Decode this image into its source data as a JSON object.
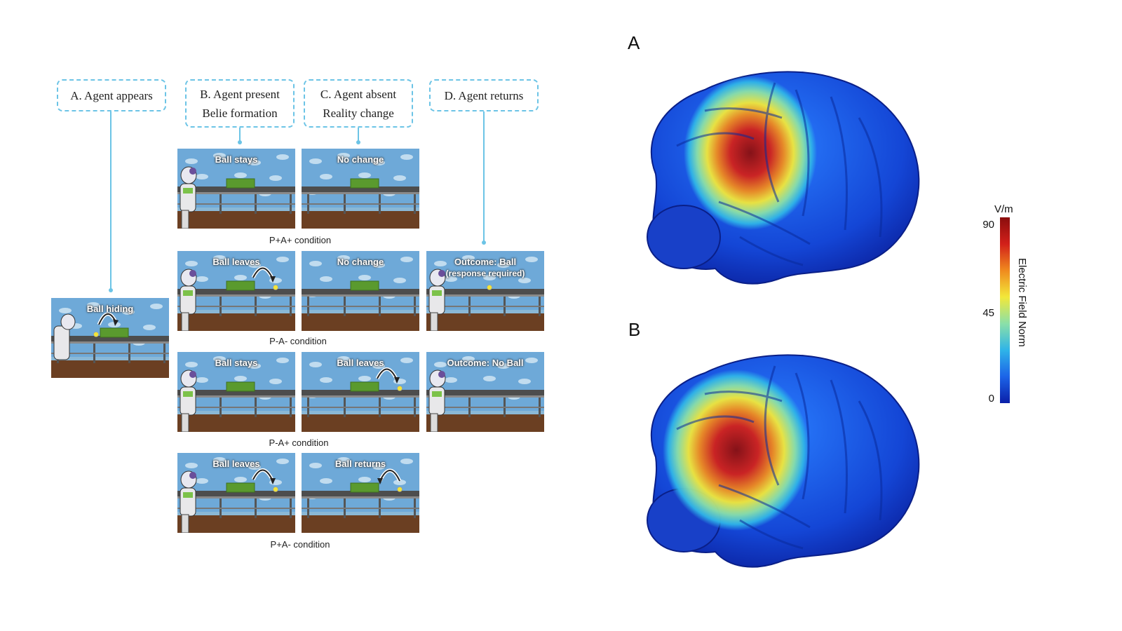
{
  "headers": {
    "a": [
      "A. Agent appears"
    ],
    "b": [
      "B. Agent present",
      "Belie formation"
    ],
    "c": [
      "C. Agent absent",
      "Reality change"
    ],
    "d": [
      "D. Agent returns"
    ]
  },
  "panels": {
    "hiding": "Ball hiding",
    "r1b": "Ball stays",
    "r1c": "No change",
    "r2b": "Ball leaves",
    "r2c": "No change",
    "r2d_main": "Outcome: Ball",
    "r2d_sub": "(response required)",
    "r3b": "Ball stays",
    "r3c": "Ball leaves",
    "r3d": "Outcome: No Ball",
    "r4b": "Ball leaves",
    "r4c": "Ball returns"
  },
  "conditions": [
    "P+A+ condition",
    "P-A- condition",
    "P-A+ condition",
    "P+A- condition"
  ],
  "brain_labels": [
    "A",
    "B"
  ],
  "colorbar": {
    "unit": "V/m",
    "ticks": [
      "90",
      "45",
      "0"
    ],
    "title": "Electric Field Norm",
    "colors": [
      "#0b1fa8",
      "#1c64e8",
      "#2fb4e8",
      "#8be0a8",
      "#f2e83a",
      "#f08a1e",
      "#d2201a",
      "#8a0d0d"
    ]
  }
}
